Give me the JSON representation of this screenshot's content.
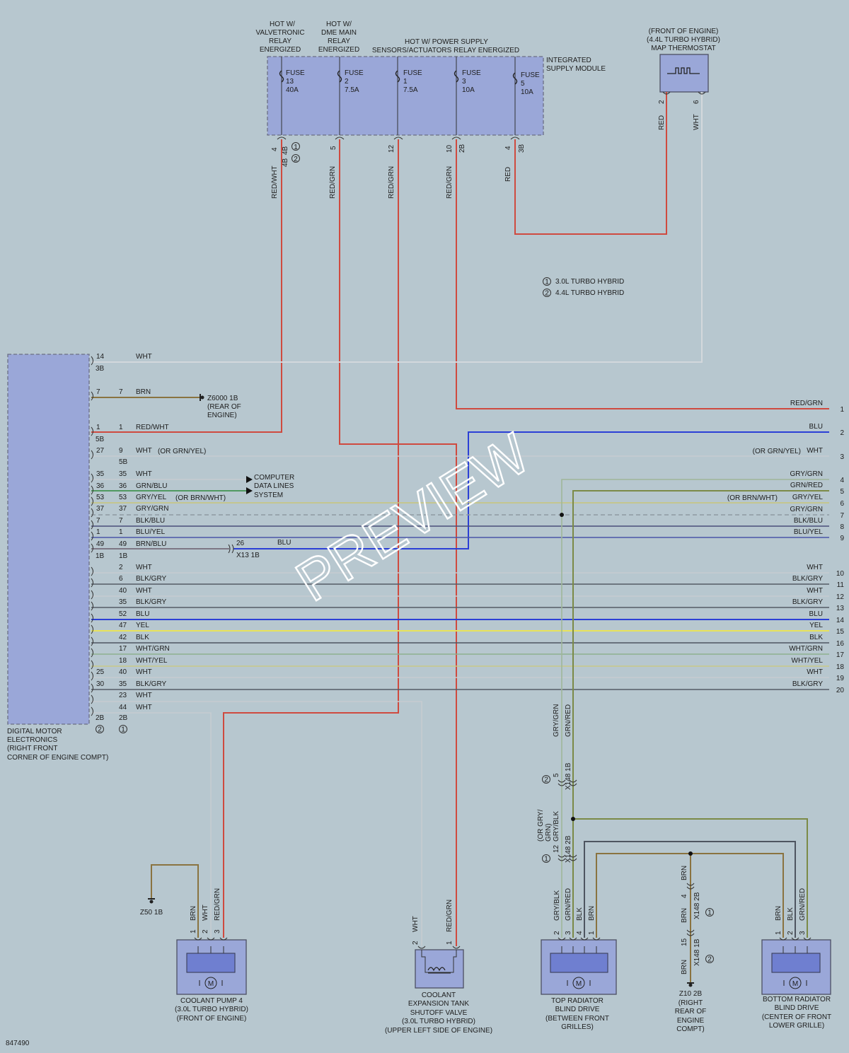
{
  "diagram_id": "847490",
  "watermark": "PREVIEW",
  "colors": {
    "background": "#b7c7cf",
    "module_fill": "#9aa7d8",
    "red": "#cf4a3f",
    "blue": "#2b3fd6",
    "yellow": "#e8e35a",
    "green": "#2f8a3c",
    "gray": "#aab3bd",
    "dark": "#4e5560",
    "olive": "#7a7a3a",
    "brown": "#8a7340"
  },
  "supply": {
    "hot_valvetronic": [
      "HOT W/",
      "VALVETRONIC",
      "RELAY",
      "ENERGIZED"
    ],
    "hot_dme": [
      "HOT W/",
      "DME MAIN",
      "RELAY",
      "ENERGIZED"
    ],
    "hot_power": [
      "HOT W/ POWER SUPPLY",
      "SENSORS/ACTUATORS RELAY ENERGIZED"
    ],
    "module_label": [
      "INTEGRATED",
      "SUPPLY MODULE"
    ],
    "fuses": [
      {
        "label": "FUSE",
        "num": "13",
        "amp": "40A"
      },
      {
        "label": "FUSE",
        "num": "2",
        "amp": "7.5A"
      },
      {
        "label": "FUSE",
        "num": "1",
        "amp": "7.5A"
      },
      {
        "label": "FUSE",
        "num": "3",
        "amp": "10A"
      },
      {
        "label": "FUSE",
        "num": "5",
        "amp": "10A"
      }
    ],
    "pins": [
      {
        "pin": "4",
        "conn": "4B",
        "conn2": "4B",
        "wire": "RED/WHT"
      },
      {
        "pin": "5",
        "wire": "RED/GRN"
      },
      {
        "pin": "12",
        "wire": "RED/GRN"
      },
      {
        "pin": "10",
        "conn": "2B",
        "wire": "RED/GRN"
      },
      {
        "pin": "4",
        "conn": "3B",
        "wire": "RED"
      }
    ]
  },
  "thermostat": {
    "label": [
      "(FRONT OF ENGINE)",
      "(4.4L TURBO HYBRID)",
      "MAP THERMOSTAT"
    ],
    "pins": [
      {
        "pin": "2",
        "wire": "RED"
      },
      {
        "pin": "6",
        "wire": "WHT"
      }
    ]
  },
  "legend": [
    {
      "num": "1",
      "text": "3.0L TURBO HYBRID"
    },
    {
      "num": "2",
      "text": "4.4L TURBO HYBRID"
    }
  ],
  "dme": {
    "label": [
      "DIGITAL MOTOR",
      "ELECTRONICS",
      "(RIGHT FRONT",
      "CORNER OF ENGINE COMPT)"
    ],
    "rows": [
      {
        "p1": "14",
        "p2": "",
        "wire": "WHT",
        "sub": "3B"
      },
      {
        "p1": "7",
        "p2": "7",
        "wire": "BRN"
      },
      {
        "p1": "1",
        "p2": "1",
        "wire": "RED/WHT",
        "sub": "5B"
      },
      {
        "p1": "27",
        "p2": "9",
        "wire": "WHT",
        "note": "(OR GRN/YEL)",
        "sub2": "5B"
      },
      {
        "p1": "35",
        "p2": "35",
        "wire": "WHT"
      },
      {
        "p1": "36",
        "p2": "36",
        "wire": "GRN/BLU"
      },
      {
        "p1": "53",
        "p2": "53",
        "wire": "GRY/YEL",
        "note": "(OR BRN/WHT)"
      },
      {
        "p1": "37",
        "p2": "37",
        "wire": "GRY/GRN"
      },
      {
        "p1": "7",
        "p2": "7",
        "wire": "BLK/BLU"
      },
      {
        "p1": "1",
        "p2": "1",
        "wire": "BLU/YEL"
      },
      {
        "p1": "49",
        "p2": "49",
        "wire": "BRN/BLU",
        "sub": "1B",
        "sub2": "1B"
      },
      {
        "p1": "",
        "p2": "2",
        "wire": "WHT"
      },
      {
        "p1": "",
        "p2": "6",
        "wire": "BLK/GRY"
      },
      {
        "p1": "",
        "p2": "40",
        "wire": "WHT"
      },
      {
        "p1": "",
        "p2": "35",
        "wire": "BLK/GRY"
      },
      {
        "p1": "",
        "p2": "52",
        "wire": "BLU"
      },
      {
        "p1": "",
        "p2": "47",
        "wire": "YEL"
      },
      {
        "p1": "",
        "p2": "42",
        "wire": "BLK"
      },
      {
        "p1": "",
        "p2": "17",
        "wire": "WHT/GRN"
      },
      {
        "p1": "",
        "p2": "18",
        "wire": "WHT/YEL"
      },
      {
        "p1": "25",
        "p2": "40",
        "wire": "WHT"
      },
      {
        "p1": "30",
        "p2": "35",
        "wire": "BLK/GRY"
      },
      {
        "p1": "",
        "p2": "23",
        "wire": "WHT"
      },
      {
        "p1": "",
        "p2": "44",
        "wire": "WHT"
      }
    ],
    "bottom_left": "2B",
    "bottom_right": "2B",
    "bottom_left_num": "2",
    "bottom_right_num": "1"
  },
  "ground_z6000": [
    "Z6000 1B",
    "(REAR OF",
    "ENGINE)"
  ],
  "data_lines": [
    "COMPUTER",
    "DATA LINES",
    "SYSTEM"
  ],
  "x13": {
    "pin": "26",
    "conn": "X13 1B",
    "wire": "BLU"
  },
  "right_lines": [
    {
      "num": "1",
      "wire": "RED/GRN"
    },
    {
      "num": "2",
      "wire": "BLU"
    },
    {
      "num": "3",
      "wire": "WHT",
      "note": "(OR GRN/YEL)"
    },
    {
      "num": "4",
      "wire": "GRY/GRN"
    },
    {
      "num": "5",
      "wire": "GRN/RED"
    },
    {
      "num": "6",
      "wire": "GRY/YEL",
      "note": "(OR BRN/WHT)"
    },
    {
      "num": "7",
      "wire": "GRY/GRN"
    },
    {
      "num": "8",
      "wire": "BLK/BLU"
    },
    {
      "num": "9",
      "wire": "BLU/YEL"
    },
    {
      "num": "10",
      "wire": "WHT"
    },
    {
      "num": "11",
      "wire": "BLK/GRY"
    },
    {
      "num": "12",
      "wire": "WHT"
    },
    {
      "num": "13",
      "wire": "BLK/GRY"
    },
    {
      "num": "14",
      "wire": "BLU"
    },
    {
      "num": "15",
      "wire": "YEL"
    },
    {
      "num": "16",
      "wire": "BLK"
    },
    {
      "num": "17",
      "wire": "WHT/GRN"
    },
    {
      "num": "18",
      "wire": "WHT/YEL"
    },
    {
      "num": "19",
      "wire": "WHT"
    },
    {
      "num": "20",
      "wire": "BLK/GRY"
    }
  ],
  "coolant_pump": {
    "label": [
      "COOLANT PUMP 4",
      "(3.0L TURBO HYBRID)",
      "(FRONT OF ENGINE)"
    ],
    "ground": "Z50 1B",
    "pins": [
      {
        "pin": "1",
        "wire": "BRN"
      },
      {
        "pin": "2",
        "wire": "WHT"
      },
      {
        "pin": "3",
        "wire": "RED/GRN"
      }
    ]
  },
  "valve": {
    "label": [
      "COOLANT",
      "EXPANSION TANK",
      "SHUTOFF VALVE",
      "(3.0L TURBO HYBRID)",
      "(UPPER LEFT SIDE OF ENGINE)"
    ],
    "pins": [
      {
        "pin": "2",
        "wire": "WHT"
      },
      {
        "pin": "1",
        "wire": "RED/GRN"
      }
    ]
  },
  "top_blind": {
    "label": [
      "TOP RADIATOR",
      "BLIND DRIVE",
      "(BETWEEN FRONT",
      "GRILLES)"
    ],
    "pins": [
      {
        "pin": "2",
        "wire": "GRY/BLK"
      },
      {
        "pin": "3",
        "wire": "GRN/RED"
      },
      {
        "pin": "4",
        "wire": "BLK"
      },
      {
        "pin": "1",
        "wire": "BRN"
      }
    ],
    "upper_wires": [
      "GRY/GRN",
      "GRN/RED"
    ],
    "x148_top": {
      "pin": "5",
      "conn": "X148 1B",
      "num": "2"
    },
    "x148_mid": {
      "pin": "12",
      "conn": "X148 2B",
      "num": "1",
      "note": [
        "(OR GRY/",
        "GRN)",
        "GRY/BLK"
      ]
    }
  },
  "ground_z10": {
    "label": [
      "Z10 2B",
      "(RIGHT",
      "REAR OF",
      "ENGINE",
      "COMPT)"
    ],
    "wire": "BRN",
    "c1": {
      "pin": "4",
      "conn": "X148 2B",
      "num": "1"
    },
    "c2": {
      "pin": "15",
      "conn": "X148 1B",
      "num": "2"
    }
  },
  "bottom_blind": {
    "label": [
      "BOTTOM RADIATOR",
      "BLIND DRIVE",
      "(CENTER OF FRONT",
      "LOWER GRILLE)"
    ],
    "pins": [
      {
        "pin": "1",
        "wire": "BRN"
      },
      {
        "pin": "2",
        "wire": "BLK"
      },
      {
        "pin": "3",
        "wire": "GRN/RED"
      }
    ]
  }
}
